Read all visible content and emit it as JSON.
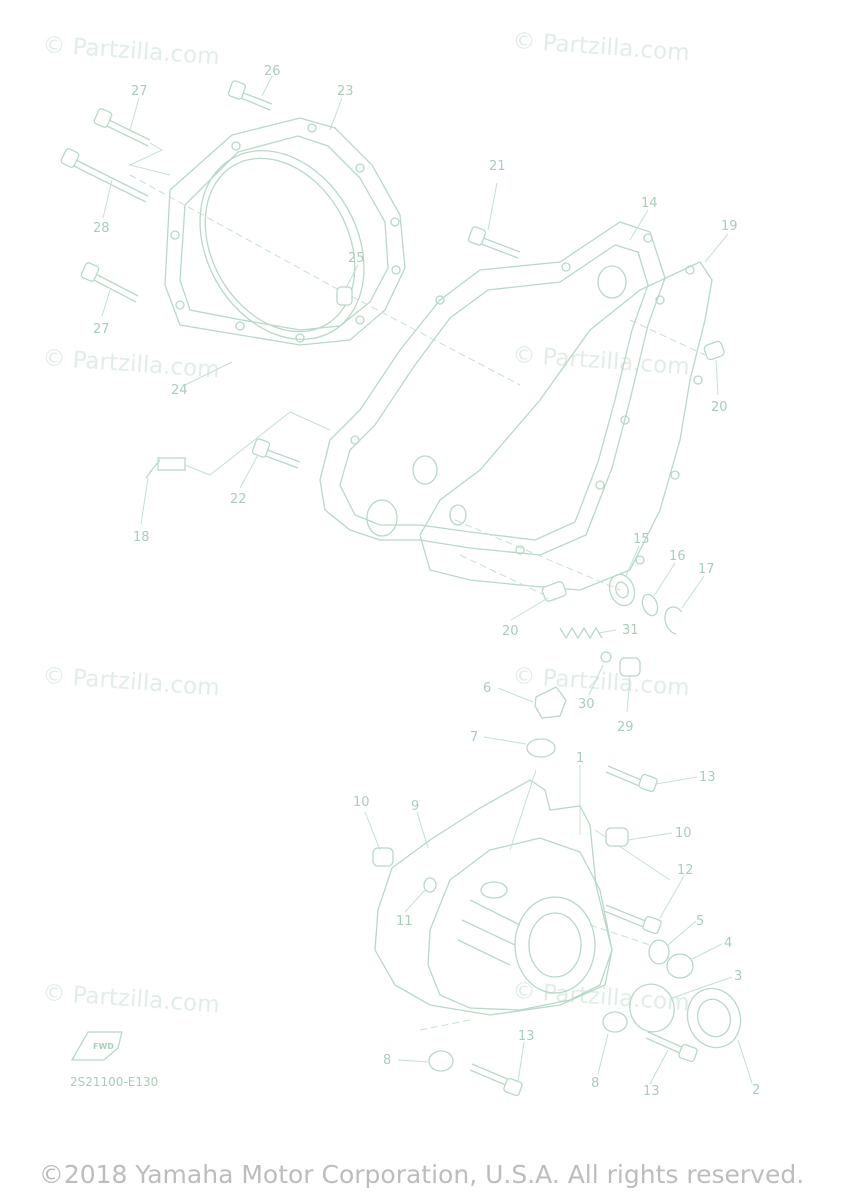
{
  "watermark": "© Partzilla.com",
  "diagram_code": "2S21100-E130",
  "fwd_label": "FWD",
  "copyright": "©2018 Yamaha Motor Corporation, U.S.A. All rights reserved.",
  "callouts": [
    "1",
    "2",
    "3",
    "4",
    "5",
    "6",
    "7",
    "8",
    "8",
    "9",
    "10",
    "10",
    "11",
    "12",
    "13",
    "13",
    "13",
    "14",
    "15",
    "16",
    "17",
    "18",
    "19",
    "20",
    "20",
    "21",
    "22",
    "23",
    "24",
    "25",
    "26",
    "27",
    "27",
    "28",
    "29",
    "30",
    "31"
  ],
  "colors": {
    "line": "#b8d8c8",
    "label": "#a9cdbb",
    "watermark": "#e1ede6",
    "copyright": "#bdbdbd"
  }
}
